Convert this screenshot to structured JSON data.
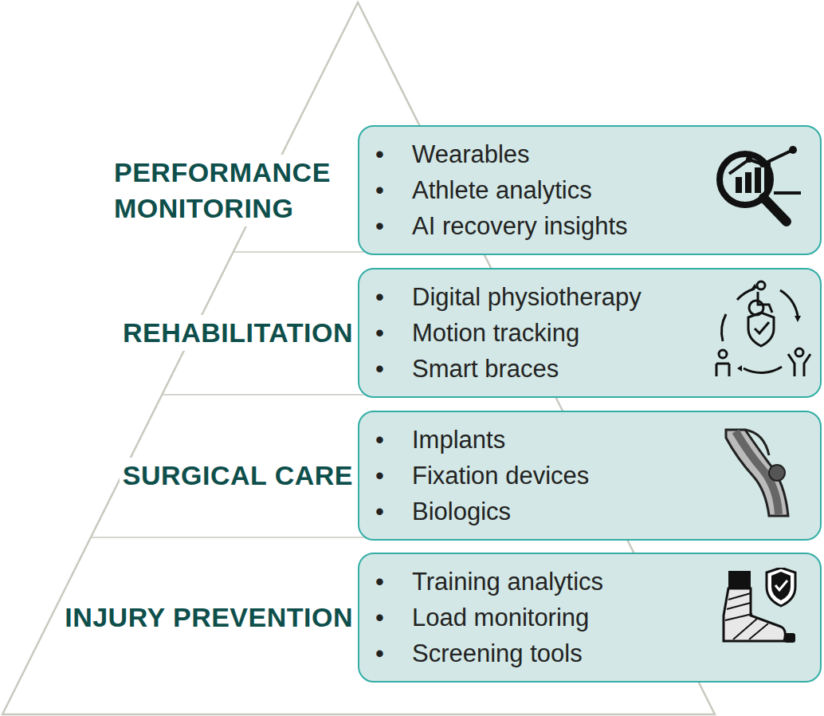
{
  "diagram": {
    "nodes": [
      {
        "text": [
          "PERFORMANCE MONITORING",
          "Wearables",
          "Athlete analytics",
          "AI recovery insights"
        ]
      },
      {
        "text": [
          "REHABILITATION",
          "Digital physiotherapy",
          "Motion tracking",
          "Smart braces"
        ]
      },
      {
        "text": [
          "SURGICAL CARE",
          "Implants",
          "Fixation devices",
          "Biologics"
        ]
      },
      {
        "text": [
          "INJURY PREVENTION",
          "Training analytics",
          "Load monitoring",
          "Screening tools"
        ]
      }
    ]
  }
}
